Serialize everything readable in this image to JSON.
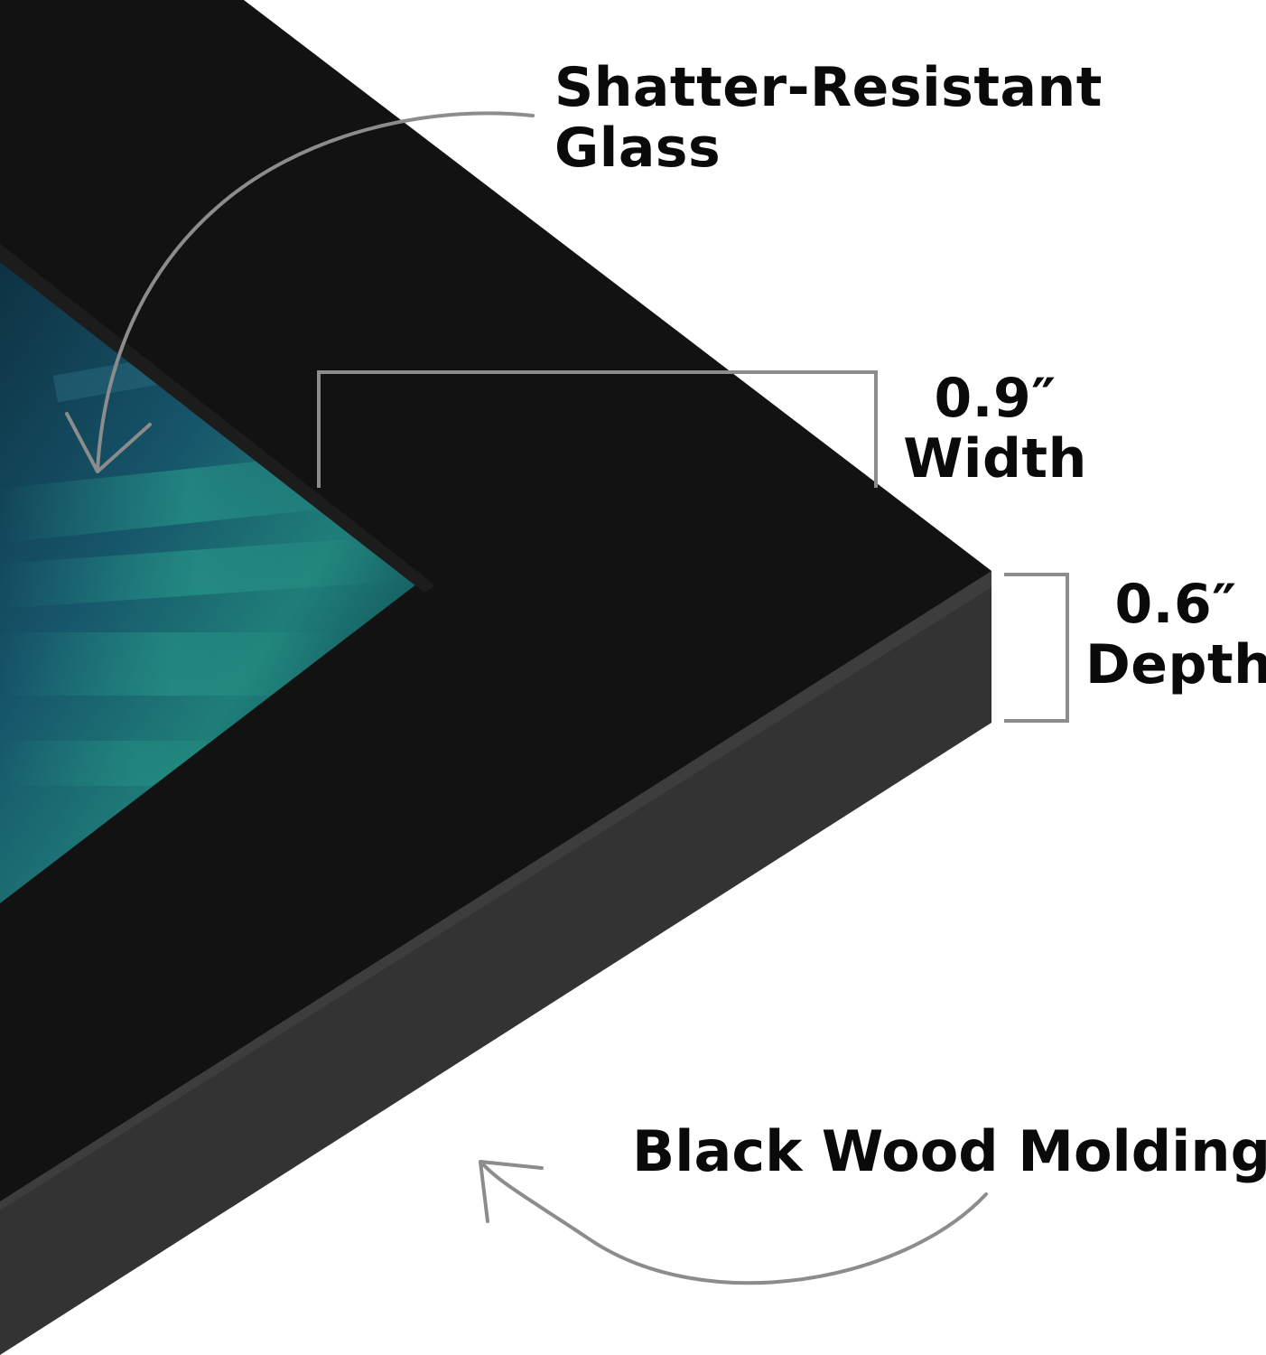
{
  "callouts": {
    "glass": {
      "line1": "Shatter-Resistant",
      "line2": "Glass"
    },
    "width": {
      "value": "0.9″",
      "label": "Width"
    },
    "depth": {
      "value": "0.6″",
      "label": "Depth"
    },
    "molding": {
      "label": "Black Wood Molding"
    }
  },
  "colors": {
    "frame_face": "#121212",
    "frame_side": "#333333",
    "artwork_teal": "#1f7f78",
    "artwork_deep": "#0f3d4a",
    "callout_line": "#8c8c8c",
    "text": "#0a0a0a"
  }
}
